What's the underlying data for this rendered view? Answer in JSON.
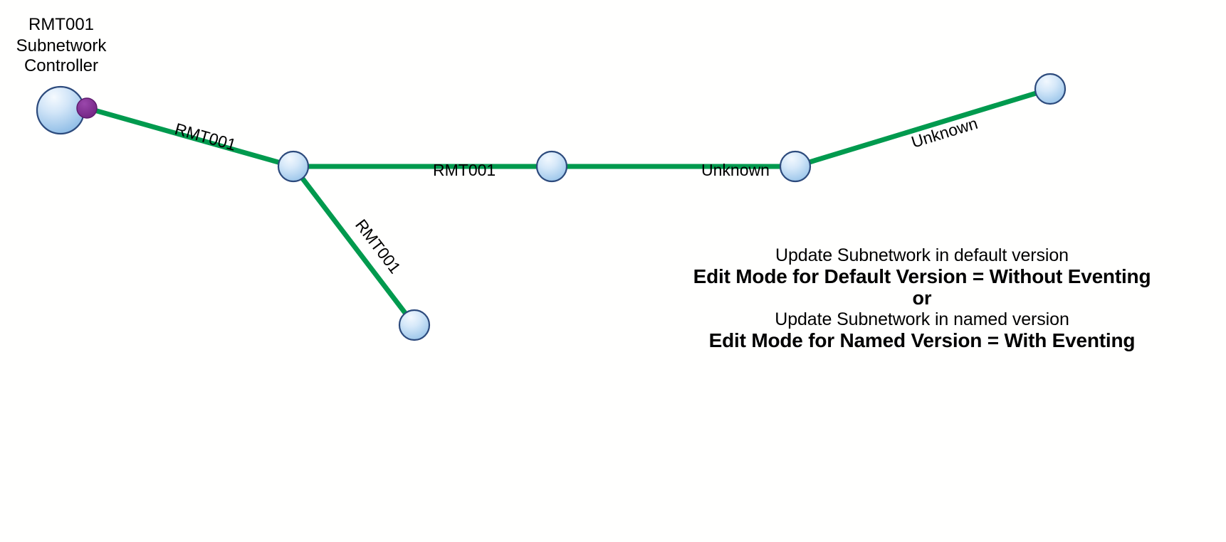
{
  "diagram": {
    "title": "Subnetwork topology with edit mode annotation",
    "colors": {
      "link": "#009A4E",
      "node_fill_light": "#e8f2fc",
      "node_fill_mid": "#a8cdee",
      "node_stroke": "#2c4a7c",
      "controller_marker": "#7B2D8E",
      "text": "#000000",
      "background": "#ffffff"
    },
    "controller": {
      "caption_lines": [
        "RMT001",
        "Subnetwork",
        "Controller"
      ],
      "marker_name": "subnetwork-controller-marker"
    },
    "nodes": [
      {
        "id": "controller",
        "label": ""
      },
      {
        "id": "branch",
        "label": ""
      },
      {
        "id": "leaf-bottom",
        "label": ""
      },
      {
        "id": "middle",
        "label": ""
      },
      {
        "id": "right",
        "label": ""
      },
      {
        "id": "top-right",
        "label": ""
      }
    ],
    "links": [
      {
        "id": "link-controller-branch",
        "label": "RMT001",
        "orientation": "diagonal-down"
      },
      {
        "id": "link-branch-leaf",
        "label": "RMT001",
        "orientation": "diagonal-down"
      },
      {
        "id": "link-branch-middle",
        "label": "RMT001",
        "orientation": "horizontal"
      },
      {
        "id": "link-middle-right",
        "label": "Unknown",
        "orientation": "horizontal"
      },
      {
        "id": "link-right-topright",
        "label": "Unknown",
        "orientation": "diagonal-up"
      }
    ]
  },
  "annotation": {
    "line1": "Update Subnetwork in default version",
    "line2": "Edit Mode for Default Version = Without Eventing",
    "line3": "or",
    "line4": "Update Subnetwork in named version",
    "line5": "Edit Mode for Named Version = With Eventing"
  }
}
